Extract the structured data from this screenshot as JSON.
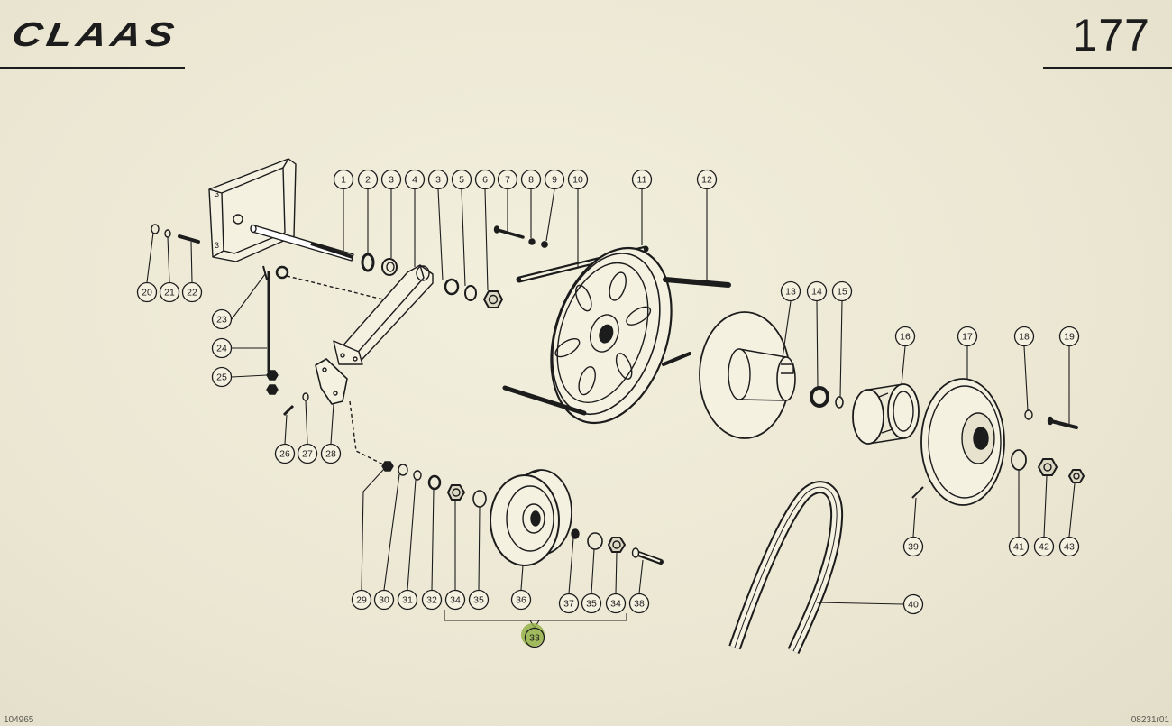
{
  "page": {
    "background": "#ebe7d3",
    "ink": "#1c1c1c",
    "highlight": "#8fae3f"
  },
  "header": {
    "logo_text": "CLAAS",
    "page_number": "177"
  },
  "footer": {
    "left_code": "104965",
    "right_code": "08231r01"
  },
  "diagram": {
    "plate_marks": [
      "3",
      "3"
    ],
    "callouts": [
      "1",
      "2",
      "3",
      "4",
      "3",
      "5",
      "6",
      "7",
      "8",
      "9",
      "10",
      "11",
      "12",
      "13",
      "14",
      "15",
      "16",
      "17",
      "18",
      "19",
      "20",
      "21",
      "22",
      "23",
      "24",
      "25",
      "26",
      "27",
      "28",
      "29",
      "30",
      "31",
      "32",
      "34",
      "35",
      "36",
      "37",
      "35",
      "34",
      "38",
      "33",
      "39",
      "40",
      "41",
      "42",
      "43"
    ],
    "highlighted_callout": "33"
  }
}
